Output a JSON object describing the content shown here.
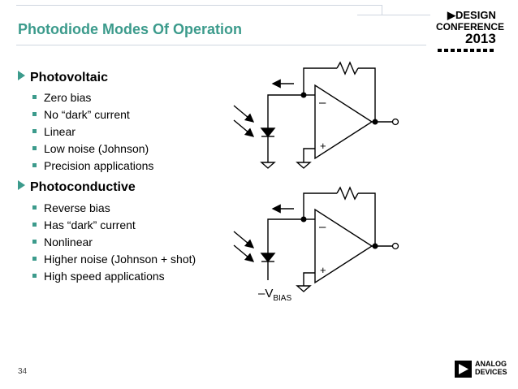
{
  "slide": {
    "title": "Photodiode Modes Of Operation",
    "page_number": "34"
  },
  "sections": [
    {
      "heading": "Photovoltaic",
      "bullets": [
        "Zero bias",
        "No “dark” current",
        "Linear",
        "Low noise (Johnson)",
        "Precision applications"
      ]
    },
    {
      "heading": "Photoconductive",
      "bullets": [
        "Reverse bias",
        "Has “dark” current",
        "Nonlinear",
        "Higher noise (Johnson + shot)",
        "High speed applications"
      ]
    }
  ],
  "circuit": {
    "minus_sign": "–",
    "plus_sign": "+",
    "vbias_prefix": "–V",
    "vbias_sub": "BIAS"
  },
  "logos": {
    "conference_line1": "▶DESIGN",
    "conference_line2": "CONFERENCE",
    "conference_year": "2013",
    "company_line1": "ANALOG",
    "company_line2": "DEVICES"
  },
  "colors": {
    "accent": "#3c9b8c",
    "text": "#000000"
  }
}
